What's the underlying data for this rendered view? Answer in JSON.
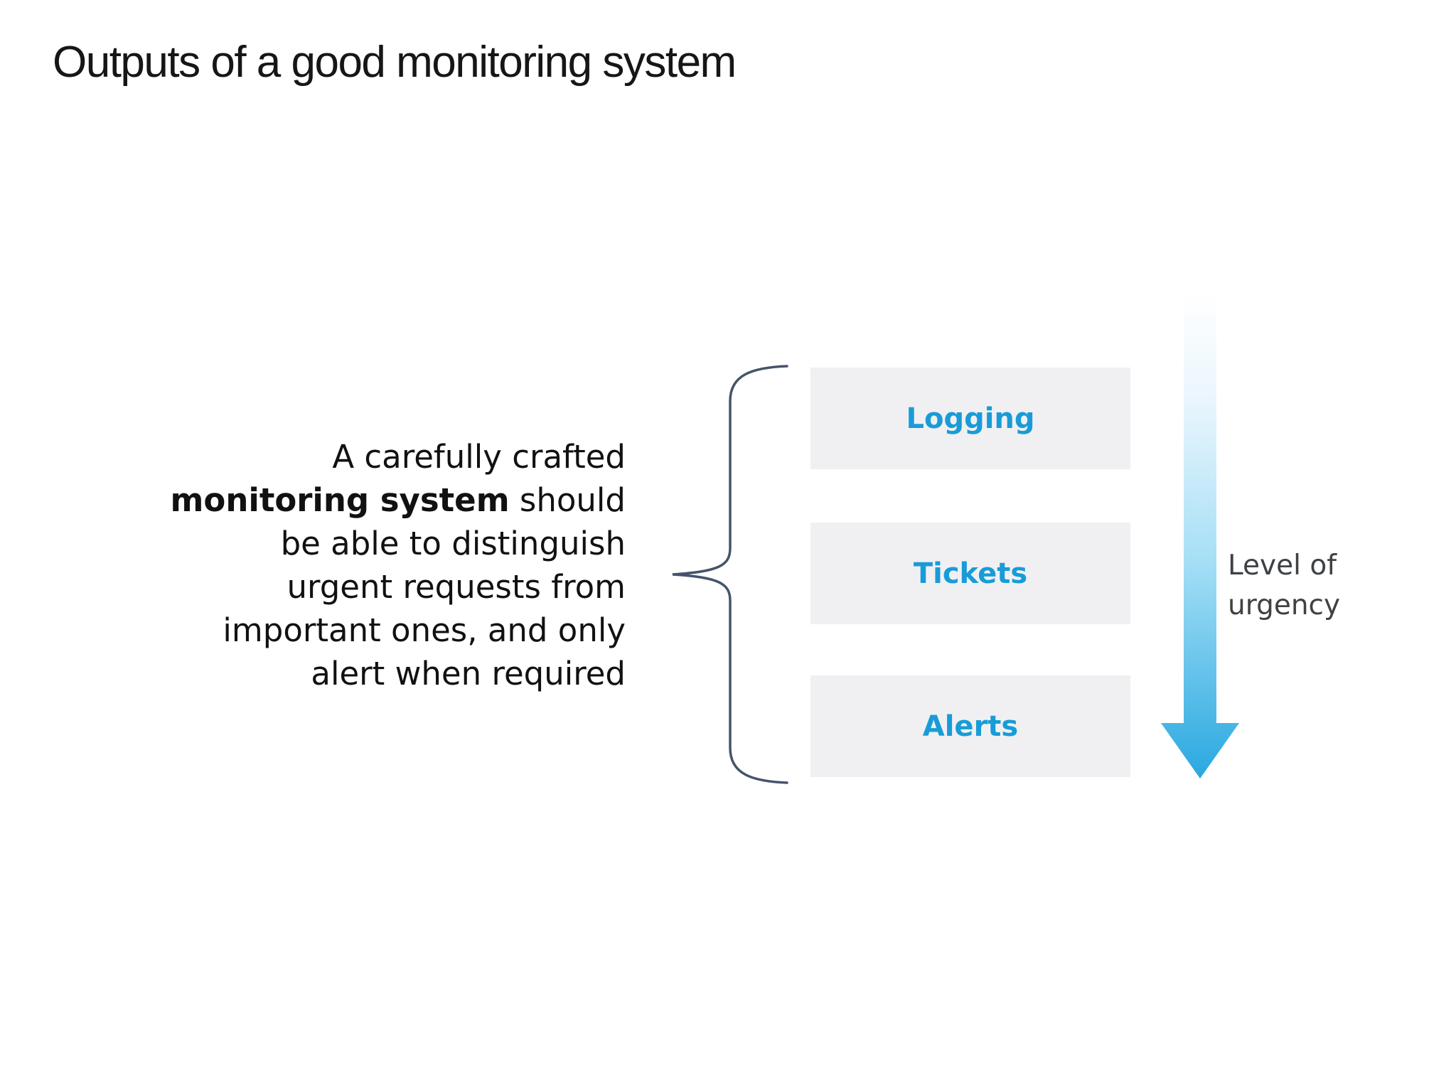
{
  "slide": {
    "title": "Outputs of a good monitoring system"
  },
  "paragraph": {
    "line1": "A carefully crafted",
    "line2_bold": "monitoring system",
    "line2_rest": " should",
    "line3": "be able to distinguish",
    "line4": "urgent requests from",
    "line5": "important ones, and only",
    "line6": "alert when required"
  },
  "outputs": {
    "items": [
      {
        "label": "Logging"
      },
      {
        "label": "Tickets"
      },
      {
        "label": "Alerts"
      }
    ]
  },
  "urgency_arrow": {
    "label_line1": "Level of",
    "label_line2": "urgency",
    "direction": "down",
    "gradient_top_color": "#ffffff",
    "gradient_bottom_color": "#29a8e0"
  },
  "colors": {
    "box_fill": "#f0f0f2",
    "box_label_blue": "#189cd8",
    "brace_stroke": "#44546a",
    "urgency_label_text": "#3f4245",
    "title_text": "#161616",
    "body_text": "#111111",
    "background": "#ffffff"
  }
}
